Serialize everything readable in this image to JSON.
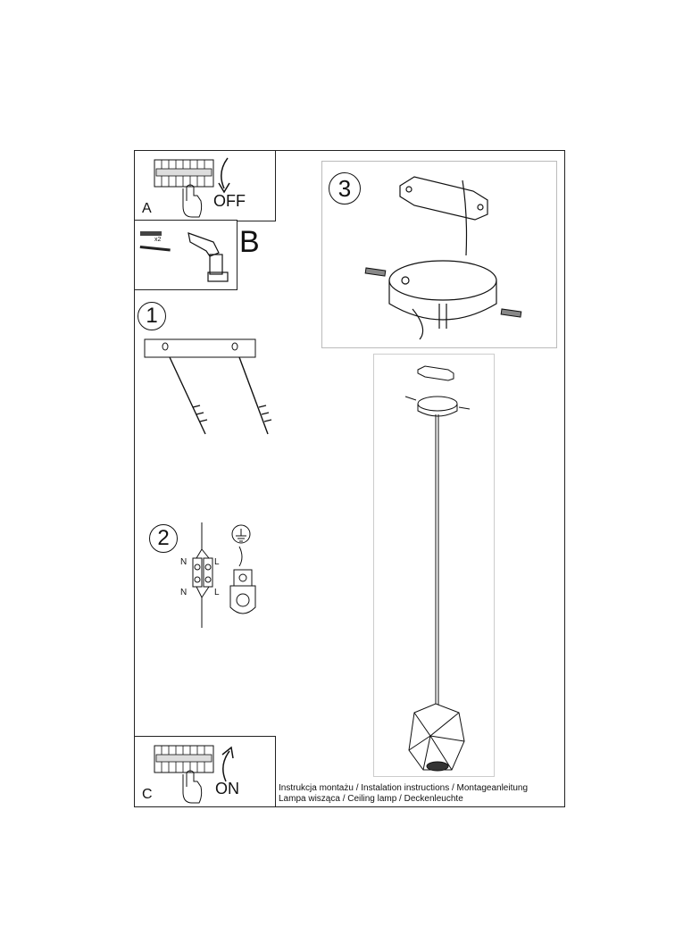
{
  "panels": {
    "a": {
      "letter": "A",
      "action": "OFF"
    },
    "b": {
      "letter": "B",
      "anchor_qty": "x2"
    },
    "c": {
      "letter": "C",
      "action": "ON"
    }
  },
  "steps": {
    "one": "1",
    "two": "2",
    "three": "3"
  },
  "wiring": {
    "n_top": "N",
    "l_top": "L",
    "n_bottom": "N",
    "l_bottom": "L"
  },
  "caption": {
    "line1": "Instrukcja montażu / Instalation instructions / Montageanleitung",
    "line2": "Lampa wisząca / Ceiling lamp / Deckenleuchte"
  }
}
